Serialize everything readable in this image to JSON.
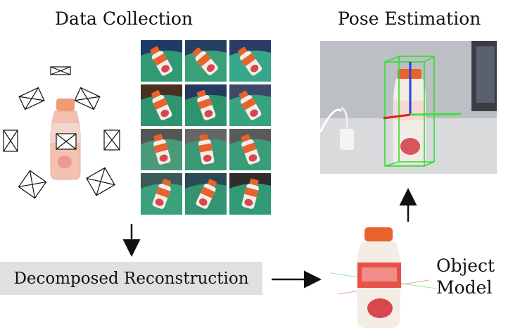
{
  "titles": {
    "data_collection": "Data Collection",
    "pose_estimation": "Pose Estimation",
    "object_model": "Object Model"
  },
  "process": {
    "reconstruction": "Decomposed Reconstruction"
  },
  "colors": {
    "bottle_orange": "#e8622c",
    "bbox_green": "#33dd33",
    "axis_red": "#e02020",
    "axis_green": "#40e040",
    "axis_blue": "#2040e0",
    "box_gray": "#e0e0e0",
    "table_teal": "#3aa07a"
  },
  "thumbnails": [
    {
      "bg": "#2f9a73",
      "dark": "#1f3a66"
    },
    {
      "bg": "#3aa07a",
      "dark": "#234060"
    },
    {
      "bg": "#36a889",
      "dark": "#2a3d66"
    },
    {
      "bg": "#30936f",
      "dark": "#4a3020"
    },
    {
      "bg": "#2d946d",
      "dark": "#223a5e"
    },
    {
      "bg": "#38a27f",
      "dark": "#3a4a68"
    },
    {
      "bg": "#4a9a7a",
      "dark": "#555555"
    },
    {
      "bg": "#3c9978",
      "dark": "#666666"
    },
    {
      "bg": "#3a9d7a",
      "dark": "#5a5a5a"
    },
    {
      "bg": "#3aa27b",
      "dark": "#3a5a5a"
    },
    {
      "bg": "#339470",
      "dark": "#2a4a55"
    },
    {
      "bg": "#2f9a73",
      "dark": "#2e2e2e"
    }
  ]
}
